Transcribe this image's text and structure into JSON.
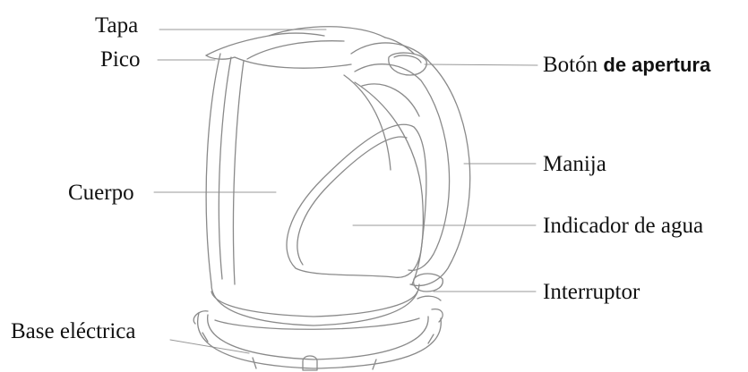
{
  "diagram": {
    "labels": {
      "tapa": "Tapa",
      "pico": "Pico",
      "boton_a": "Botón",
      "boton_b": "de apertura",
      "manija": "Manija",
      "cuerpo": "Cuerpo",
      "indicador": "Indicador de agua",
      "interruptor": "Interruptor",
      "base": "Base eléctrica"
    },
    "colors": {
      "outline": "#8a8a8a",
      "leader_line": "#999999",
      "text": "#111111"
    }
  }
}
